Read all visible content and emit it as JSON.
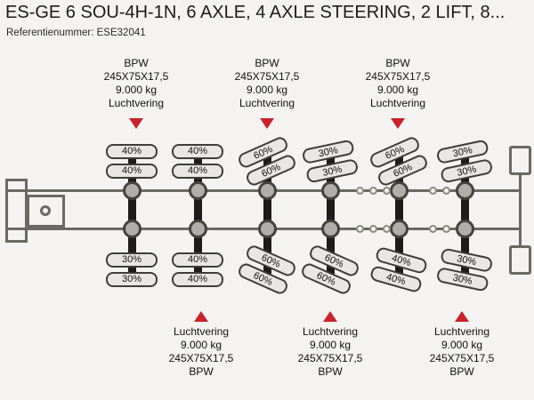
{
  "title": "ES-GE 6 SOU-4H-1N, 6 AXLE, 4 AXLE STEERING, 2 LIFT, 8...",
  "reference": {
    "label": "Referentienummer:",
    "value": "ESE32041"
  },
  "diagram": {
    "top_annotations": [
      {
        "target_axle": 1,
        "lines": [
          "BPW",
          "245X75X17,5",
          "9.000 kg",
          "Luchtvering"
        ]
      },
      {
        "target_axle": 3,
        "lines": [
          "BPW",
          "245X75X17,5",
          "9.000 kg",
          "Luchtvering"
        ]
      },
      {
        "target_axle": 5,
        "lines": [
          "BPW",
          "245X75X17,5",
          "9.000 kg",
          "Luchtvering"
        ]
      }
    ],
    "bottom_annotations": [
      {
        "target_axle": 2,
        "lines": [
          "Luchtvering",
          "9.000 kg",
          "245X75X17,5",
          "BPW"
        ]
      },
      {
        "target_axle": 4,
        "lines": [
          "Luchtvering",
          "9.000 kg",
          "245X75X17,5",
          "BPW"
        ]
      },
      {
        "target_axle": 6,
        "lines": [
          "Luchtvering",
          "9.000 kg",
          "245X75X17,5",
          "BPW"
        ]
      }
    ],
    "axles": [
      {
        "number": 1,
        "steered": false,
        "top_tyre_labels": [
          "40%",
          "40%"
        ],
        "bottom_tyre_labels": [
          "30%",
          "30%"
        ]
      },
      {
        "number": 2,
        "steered": false,
        "top_tyre_labels": [
          "40%",
          "40%"
        ],
        "bottom_tyre_labels": [
          "40%",
          "40%"
        ]
      },
      {
        "number": 3,
        "steered": true,
        "top_tyre_labels": [
          "60%",
          "60%"
        ],
        "bottom_tyre_labels": [
          "60%",
          "60%"
        ]
      },
      {
        "number": 4,
        "steered": true,
        "top_tyre_labels": [
          "30%",
          "30%"
        ],
        "bottom_tyre_labels": [
          "60%",
          "60%"
        ]
      },
      {
        "number": 5,
        "steered": true,
        "top_tyre_labels": [
          "60%",
          "60%"
        ],
        "bottom_tyre_labels": [
          "40%",
          "40%"
        ]
      },
      {
        "number": 6,
        "steered": true,
        "top_tyre_labels": [
          "30%",
          "30%"
        ],
        "bottom_tyre_labels": [
          "30%",
          "30%"
        ]
      }
    ],
    "colors": {
      "arrow_red": "#c9222a",
      "frame_gray": "#6b6964",
      "axle_black": "#1d1c1a"
    }
  }
}
